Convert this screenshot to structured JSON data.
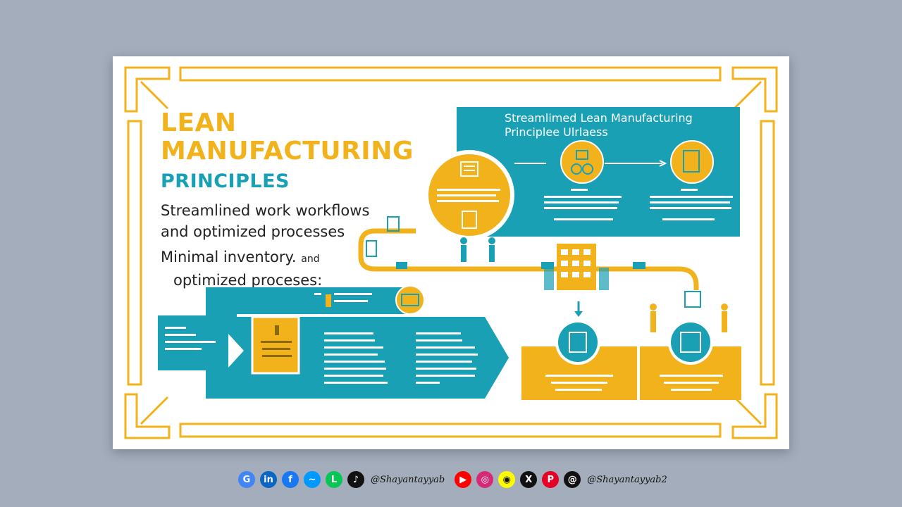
{
  "poster": {
    "title_line1": "LEAN",
    "title_line2": "MANUFACTURING",
    "title_line3": "PRINCIPLES",
    "subtitle1_line1": "Streamlined work workflows",
    "subtitle1_line2": "and optimized processes",
    "subtitle2_line1": "Minimal inventory.",
    "subtitle2_and": "and",
    "subtitle2_line2": "optimized proceses:",
    "panel_title_line1": "Streamlimed Lean Manufacturing",
    "panel_title_line2": "Principlee Ulrlaess"
  },
  "colors": {
    "yellow": "#f2b21c",
    "teal": "#1aa0b4",
    "frame": "#f2b21c"
  },
  "footer": {
    "handle1": "@Shayantayyab",
    "handle2": "@Shayantayyab2",
    "icons": [
      {
        "name": "google-icon",
        "glyph": "G",
        "color": "#4285f4"
      },
      {
        "name": "linkedin-icon",
        "glyph": "in",
        "color": "#0a66c2"
      },
      {
        "name": "facebook-icon",
        "glyph": "f",
        "color": "#1877f2"
      },
      {
        "name": "messenger-icon",
        "glyph": "~",
        "color": "#0099ff"
      },
      {
        "name": "line-icon",
        "glyph": "L",
        "color": "#06c755"
      },
      {
        "name": "tiktok-icon",
        "glyph": "♪",
        "color": "#111111"
      }
    ],
    "icons2": [
      {
        "name": "youtube-icon",
        "glyph": "▶",
        "color": "#ff0000"
      },
      {
        "name": "instagram-icon",
        "glyph": "◎",
        "color": "#d62976"
      },
      {
        "name": "snapchat-icon",
        "glyph": "◉",
        "color": "#fffc00"
      },
      {
        "name": "x-icon",
        "glyph": "X",
        "color": "#111111"
      },
      {
        "name": "pinterest-icon",
        "glyph": "P",
        "color": "#e60023"
      },
      {
        "name": "threads-icon",
        "glyph": "@",
        "color": "#111111"
      }
    ]
  }
}
